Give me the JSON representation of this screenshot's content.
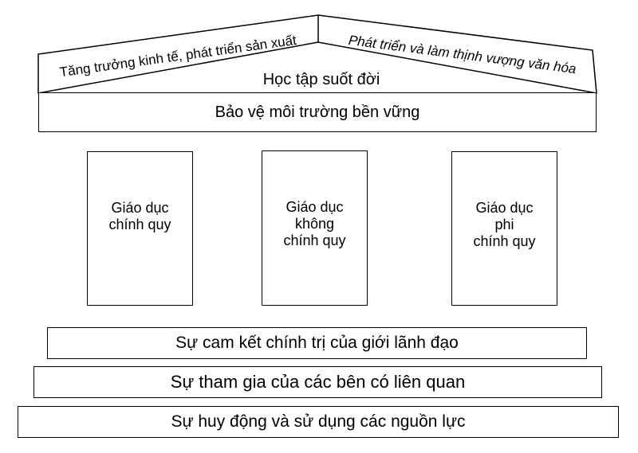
{
  "roof": {
    "left_slope_text": "Tăng trưởng kinh tế, phát triển sản xuất",
    "right_slope_text": "Phát triển và làm thịnh vượng văn hóa",
    "center_text": "Học tập suốt đời"
  },
  "beam": {
    "text": "Bảo vệ môi trường bền vững"
  },
  "pillars": [
    {
      "lines": [
        "Giáo dục",
        "chính quy"
      ]
    },
    {
      "lines": [
        "Giáo dục",
        "không",
        "chính quy"
      ]
    },
    {
      "lines": [
        "Giáo dục",
        "phi",
        "chính quy"
      ]
    }
  ],
  "foundation": [
    {
      "text": "Sự cam kết chính trị của giới lãnh đạo"
    },
    {
      "text": "Sự tham gia của các bên có liên quan"
    },
    {
      "text": "Sự huy động và sử dụng các nguồn lực"
    }
  ],
  "colors": {
    "stroke": "#000000",
    "fill": "#ffffff",
    "text": "#000000"
  }
}
